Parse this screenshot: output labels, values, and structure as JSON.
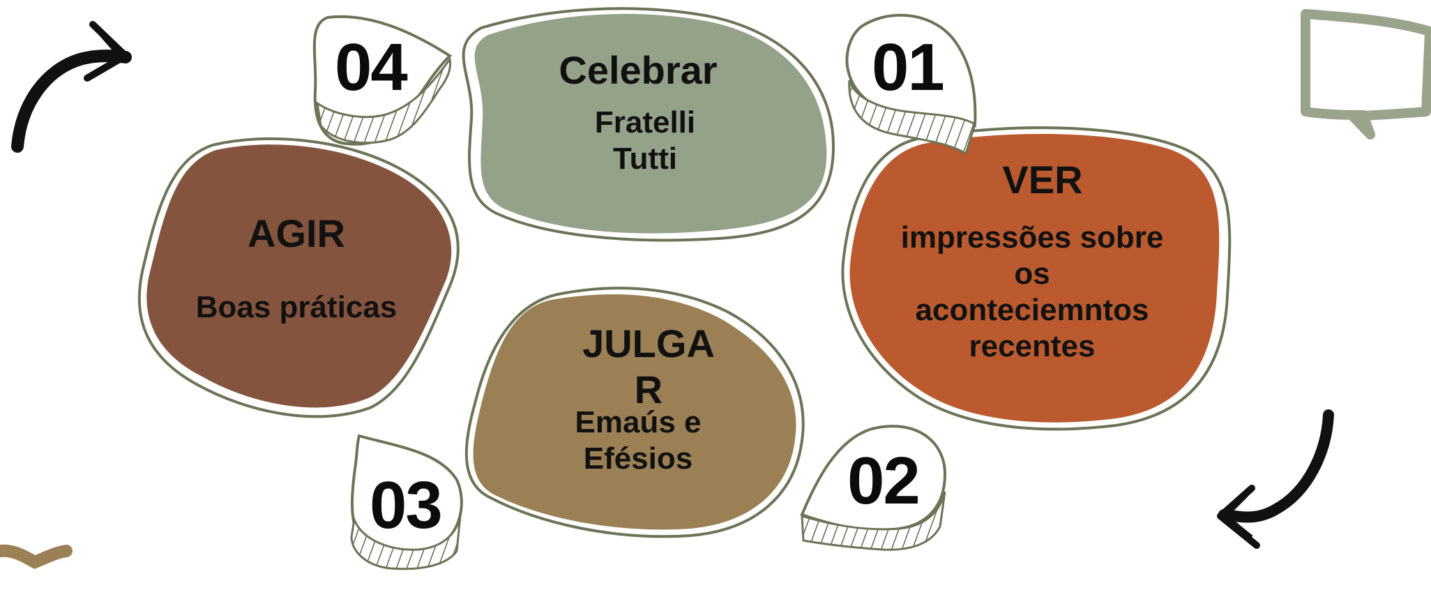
{
  "steps": {
    "ver": {
      "number": "01",
      "title": "VER",
      "subtitle": "impressões sobre os aconteciemntos recentes",
      "fill": "#bb5a2e"
    },
    "julgar": {
      "number": "02",
      "title": "JULGA R",
      "subtitle": "Emaús e Efésios",
      "fill": "#9a8054"
    },
    "agir": {
      "number": "03",
      "title": "AGIR",
      "subtitle": "Boas práticas",
      "fill": "#84543f"
    },
    "celebrar": {
      "number": "04",
      "title": "Celebrar",
      "subtitle": "Fratelli Tutti",
      "fill": "#94a28a"
    }
  },
  "colors": {
    "outline": "#6b7456",
    "text": "#111111",
    "accent_scribble": "#9a8054",
    "speech_icon": "#9aa38c"
  },
  "icons": [
    "curved-arrow-icon",
    "speech-bubble-icon",
    "curved-arrow-icon",
    "scribble-icon"
  ]
}
